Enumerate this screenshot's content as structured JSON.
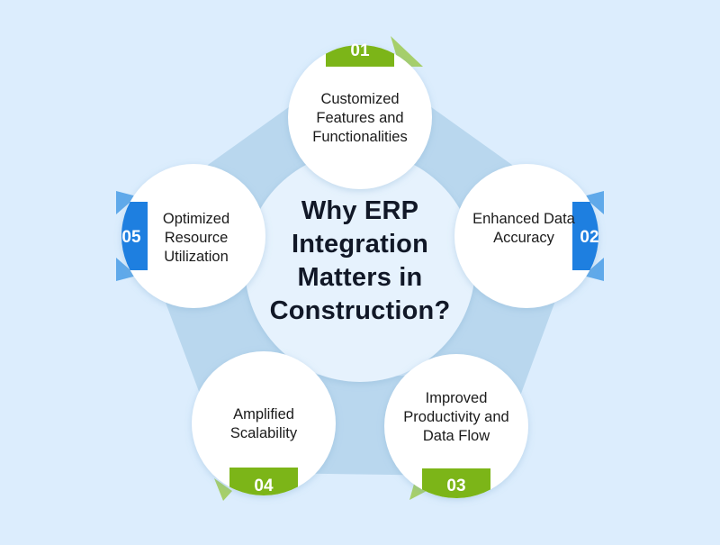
{
  "title": "Why ERP Integration Matters in Construction?",
  "items": [
    {
      "number": "01",
      "label": "Customized Features and Functionalities"
    },
    {
      "number": "02",
      "label": "Enhanced Data Accuracy"
    },
    {
      "number": "03",
      "label": "Improved Productivity and Data Flow"
    },
    {
      "number": "04",
      "label": "Amplified Scalability"
    },
    {
      "number": "05",
      "label": "Optimized Resource Utilization"
    }
  ],
  "colors": {
    "background": "#dcedfd",
    "ring": "#b9d7ee",
    "center": "#e6f2fd",
    "circle": "#ffffff",
    "green": "#7cb518",
    "green_shade": "#a6cf6a",
    "blue": "#1e7fe0",
    "blue_shade": "#5fa9ea"
  }
}
